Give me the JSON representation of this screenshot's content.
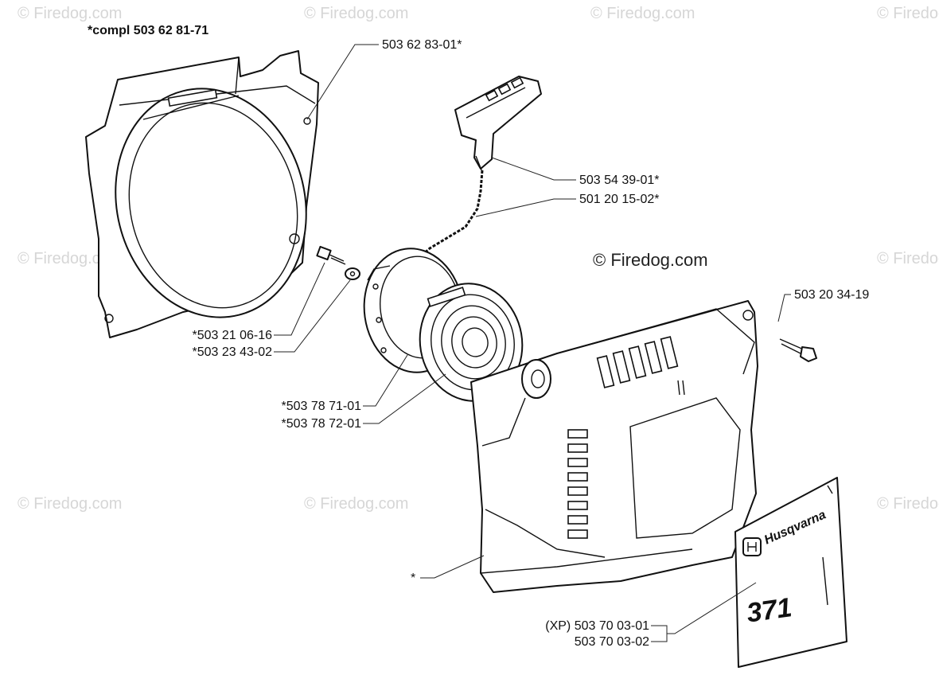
{
  "header_label": "*compl 503 62 81-71",
  "watermarks": {
    "text": "© Firedog.com",
    "center_text": "© Firedog.com"
  },
  "callouts": {
    "fan_housing": "503 62 83-01*",
    "handle": "503 54 39-01*",
    "cord": "501 20 15-02*",
    "screw_right": "503 20 34-19",
    "screw_left": "*503 21 06-16",
    "washer": "*503 23 43-02",
    "pulley": "*503 78 71-01",
    "spring": "*503 78 72-01",
    "cover": "*",
    "decal_xp": "(XP) 503 70 03-01",
    "decal_std": "503 70 03-02"
  },
  "decal": {
    "brand": "Husqvarna",
    "model": "371"
  },
  "colors": {
    "line": "#111111",
    "watermark": "#d6d6d6"
  }
}
